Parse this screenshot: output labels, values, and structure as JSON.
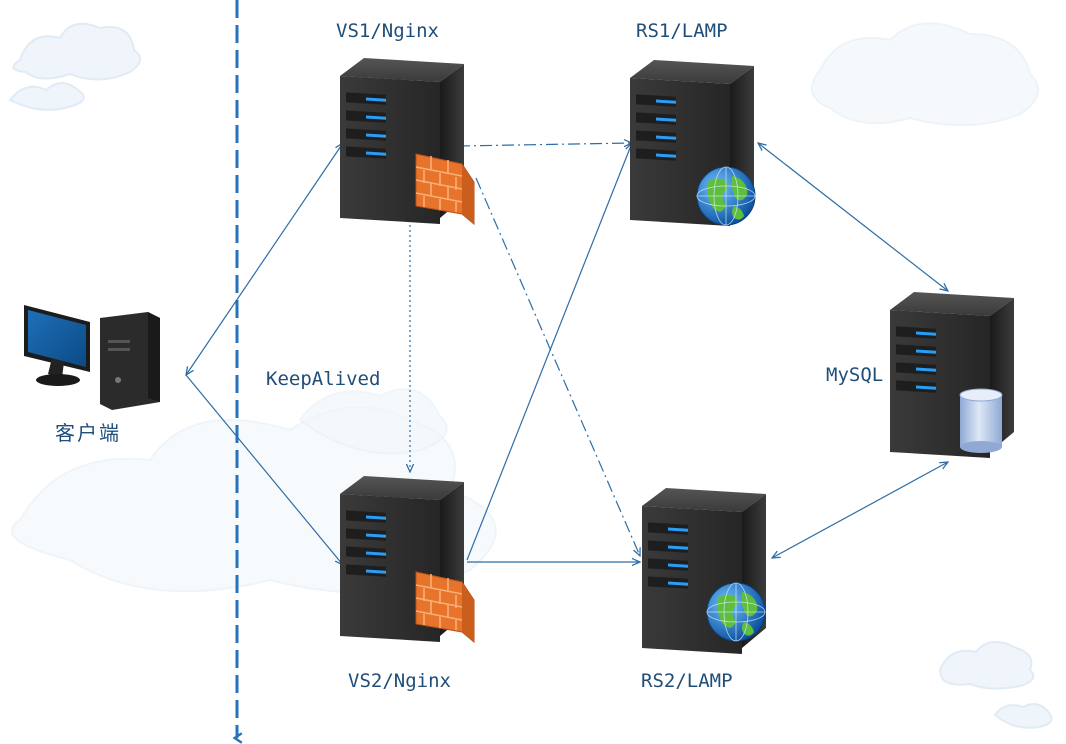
{
  "nodes": {
    "client": {
      "label": "客户端"
    },
    "vs1": {
      "label": "VS1/Nginx"
    },
    "vs2": {
      "label": "VS2/Nginx"
    },
    "rs1": {
      "label": "RS1/LAMP"
    },
    "rs2": {
      "label": "RS2/LAMP"
    },
    "mysql": {
      "label": "MySQL"
    }
  },
  "links": {
    "keepalived": {
      "label": "KeepAlived"
    }
  },
  "colors": {
    "line": "#2e6da4",
    "divider": "#2673bd",
    "label": "#1f4e79",
    "server_body": "#2d2d2d",
    "server_led": "#2a9df4",
    "firewall": "#e8732a",
    "globe_ocean": "#1b6fc4",
    "globe_land": "#5fbf3d",
    "db_cylinder": "#b9cbe6",
    "cloud_decoration": "#e4eef7"
  }
}
